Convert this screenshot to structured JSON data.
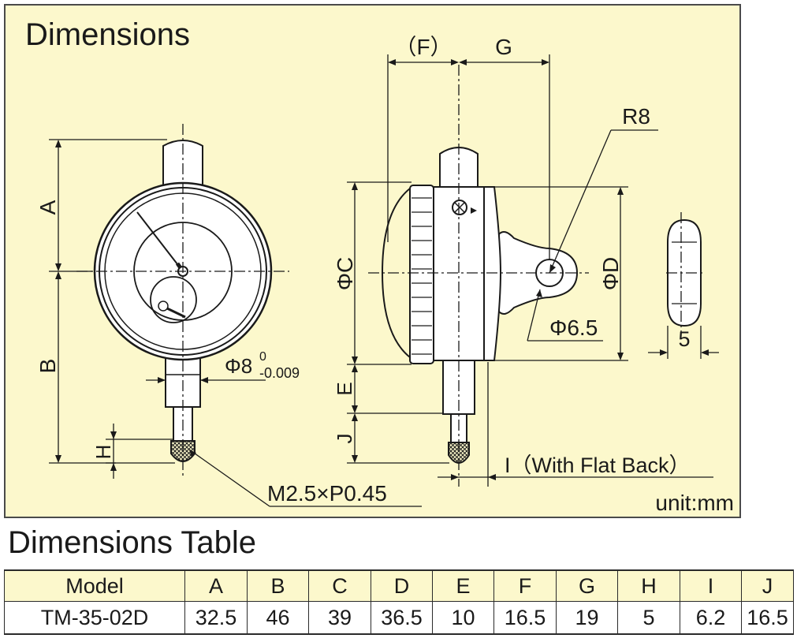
{
  "diagram": {
    "heading": "Dimensions",
    "unit": "unit:mm",
    "labels": {
      "A": "A",
      "B": "B",
      "H": "H",
      "phiC": "ΦC",
      "phiD": "ΦD",
      "E": "E",
      "J": "J",
      "F": "（F）",
      "G": "G",
      "R8": "R8",
      "phi6_5": "Φ6.5",
      "five": "5",
      "phi8": "Φ8",
      "tol_upper": "0",
      "tol_lower": "-0.009",
      "thread": "M2.5×P0.45",
      "flat_back": "I（With Flat Back）"
    }
  },
  "table": {
    "title": "Dimensions Table",
    "headers": [
      "Model",
      "A",
      "B",
      "C",
      "D",
      "E",
      "F",
      "G",
      "H",
      "I",
      "J"
    ],
    "rows": [
      [
        "TM-35-02D",
        "32.5",
        "46",
        "39",
        "36.5",
        "10",
        "16.5",
        "19",
        "5",
        "6.2",
        "16.5"
      ]
    ]
  }
}
